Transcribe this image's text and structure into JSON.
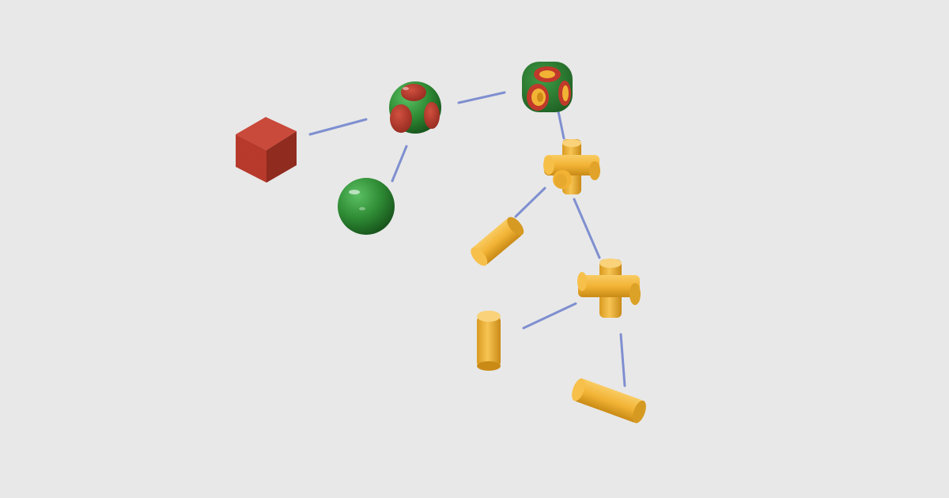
{
  "diagram": {
    "type": "CSG tree",
    "background": "#e8e8e8",
    "colors": {
      "edge": "#7f8fd0",
      "red": "#b83a2c",
      "green": "#2e8b34",
      "yellow": "#f2b335"
    },
    "nodes": [
      {
        "id": "cube",
        "shape": "cube",
        "color": "red"
      },
      {
        "id": "intersection",
        "shape": "sphere-cube intersection",
        "color": "red-green"
      },
      {
        "id": "sphere",
        "shape": "sphere",
        "color": "green"
      },
      {
        "id": "difference",
        "shape": "rounded cube with cylindrical holes",
        "color": "red-green-yellow"
      },
      {
        "id": "union-3-axis",
        "shape": "three-axis cylinder union",
        "color": "yellow"
      },
      {
        "id": "cylinder-x",
        "shape": "cylinder",
        "color": "yellow"
      },
      {
        "id": "union-2-axis",
        "shape": "cross of two cylinders",
        "color": "yellow"
      },
      {
        "id": "cylinder-y",
        "shape": "cylinder",
        "color": "yellow"
      },
      {
        "id": "cylinder-z",
        "shape": "cylinder",
        "color": "yellow"
      }
    ],
    "edges": [
      {
        "from": "intersection",
        "to": "cube"
      },
      {
        "from": "intersection",
        "to": "sphere"
      },
      {
        "from": "difference",
        "to": "intersection"
      },
      {
        "from": "difference",
        "to": "union-3-axis"
      },
      {
        "from": "union-3-axis",
        "to": "cylinder-x"
      },
      {
        "from": "union-3-axis",
        "to": "union-2-axis"
      },
      {
        "from": "union-2-axis",
        "to": "cylinder-y"
      },
      {
        "from": "union-2-axis",
        "to": "cylinder-z"
      }
    ]
  }
}
